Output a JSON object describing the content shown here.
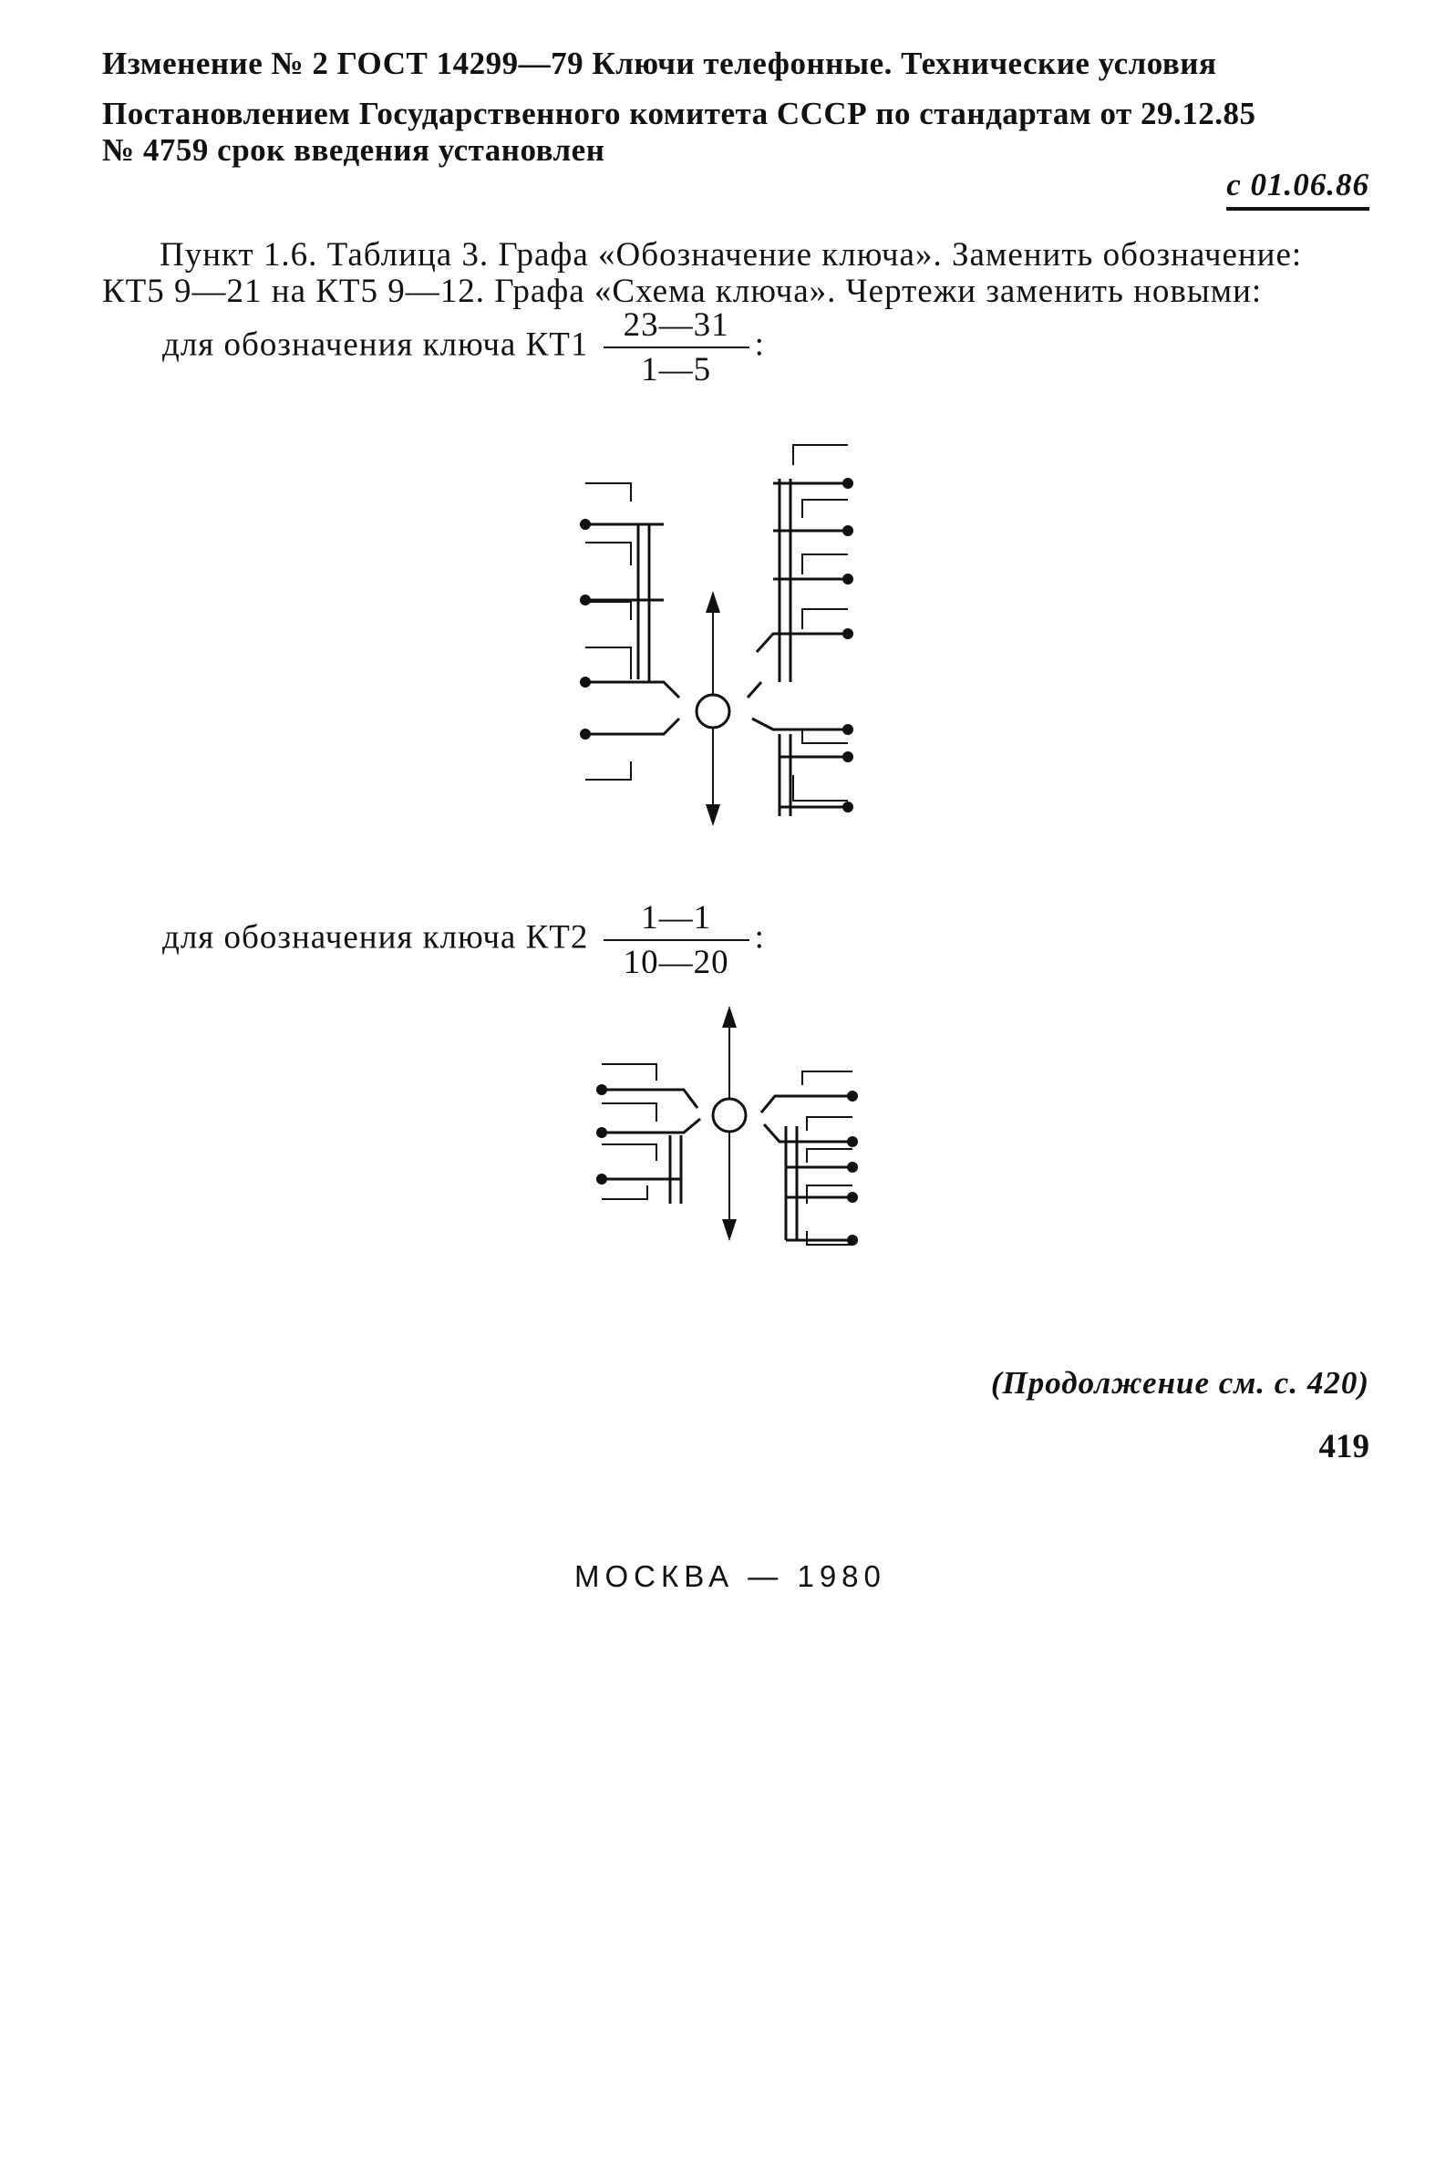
{
  "header": {
    "line1": "Изменение № 2 ГОСТ 14299—79 Ключи телефонные. Технические условия",
    "line2": "Постановлением Государственного комитета СССР по стандартам от 29.12.85",
    "line3": "№ 4759 срок введения установлен",
    "effective_date": "с 01.06.86"
  },
  "body": {
    "line1": "Пункт 1.6. Таблица 3. Графа «Обозначение ключа». Заменить обозначение:",
    "line2": "КТ5 9—21 на КТ5 9—12. Графа «Схема ключа». Чертежи заменить новыми:"
  },
  "key1": {
    "prefix": "для обозначения ключа КТ1",
    "numerator": "23—31",
    "denominator": "1—5",
    "suffix": ":"
  },
  "key2": {
    "prefix": "для обозначения ключа КТ2",
    "numerator": "1—1",
    "denominator": "10—20",
    "suffix": ":"
  },
  "footer": {
    "continued": "(Продолжение см. с. 420)",
    "page_number": "419",
    "imprint": "МОСКВА — 1980"
  }
}
